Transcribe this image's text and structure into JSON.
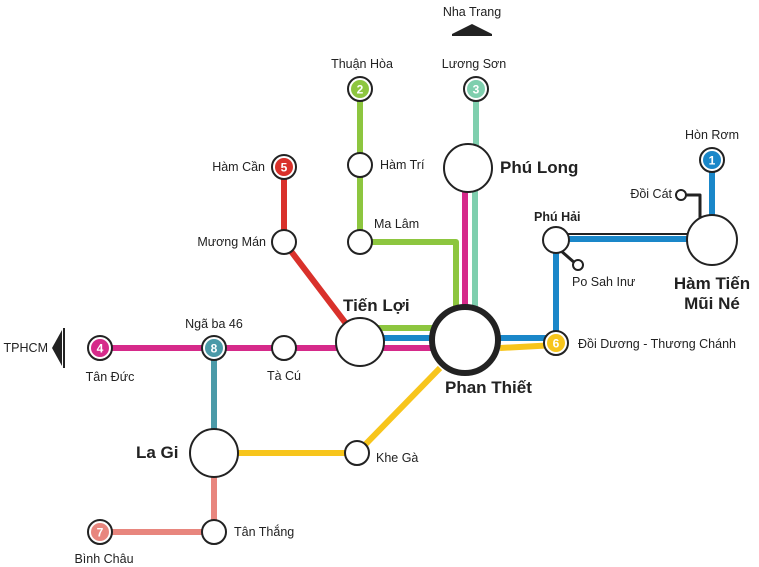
{
  "colors": {
    "line_1": "#1a87c9",
    "line_2": "#8dc63f",
    "line_3": "#7fcfae",
    "line_4": "#d62a8a",
    "line_5": "#d9312b",
    "line_6": "#f7c51c",
    "line_7": "#e8867e",
    "line_8": "#4b9aa8",
    "station_stroke": "#222222"
  },
  "stations": {
    "phan_thiet": "Phan Thiết",
    "tien_loi": "Tiến Lợi",
    "phu_long": "Phú Long",
    "la_gi": "La Gi",
    "ham_tien": "Hàm Tiến",
    "mui_ne": "Mũi Né",
    "phu_hai": "Phú Hải",
    "ham_tri": "Hàm Trí",
    "ma_lam": "Ma Lâm",
    "muong_man": "Mương Mán",
    "ta_cu": "Tà Cú",
    "khe_ga": "Khe Gà",
    "tan_thang": "Tân Thắng",
    "doi_cat": "Đồi Cát",
    "po_sah_inu": "Po Sah Inư"
  },
  "terminals": {
    "t1": {
      "num": "1",
      "label": "Hòn Rơm"
    },
    "t2": {
      "num": "2",
      "label": "Thuận Hòa"
    },
    "t3": {
      "num": "3",
      "label": "Lương Sơn"
    },
    "t4": {
      "num": "4",
      "label": "Tân Đức"
    },
    "t5": {
      "num": "5",
      "label": "Hàm Cần"
    },
    "t6": {
      "num": "6",
      "label": "Đồi Dương - Thương Chánh"
    },
    "t7": {
      "num": "7",
      "label": "Bình Châu"
    },
    "t8": {
      "num": "8",
      "label": "Ngã ba 46"
    }
  },
  "directions": {
    "north": "Nha Trang",
    "west": "TPHCM"
  }
}
